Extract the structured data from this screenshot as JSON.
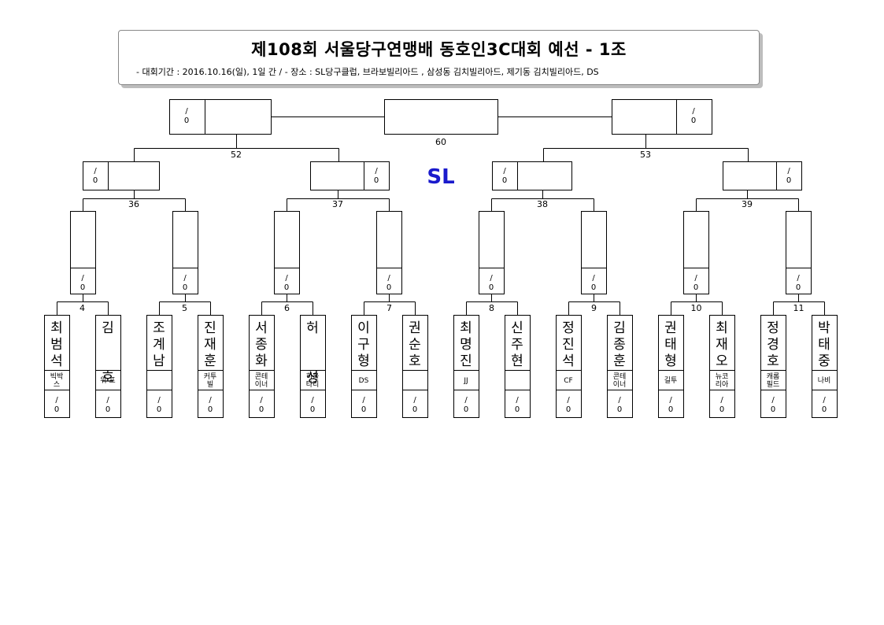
{
  "header": {
    "title": "제108회 서울당구연맹배 동호인3C대회 예선 - 1조",
    "subtitle": "- 대회기간 : 2016.10.16(일), 1일 간 / - 장소 : SL당구클럽, 브라보빌리아드 , 삼성동 김치빌리아드, 제기동 김치빌리아드, DS"
  },
  "center_mark": "SL",
  "colors": {
    "line": "#000000",
    "accent": "#1a1acc"
  },
  "score_placeholder": {
    "slash": "/",
    "zero": "0"
  },
  "players": [
    {
      "name": "최범석",
      "club": [
        "빅박",
        "스"
      ]
    },
    {
      "name": "김  호",
      "club": [
        "위·프"
      ]
    },
    {
      "name": "조계남",
      "club": []
    },
    {
      "name": "진재훈",
      "club": [
        "커투",
        "빌"
      ]
    },
    {
      "name": "서종화",
      "club": [
        "콘테",
        "이너"
      ]
    },
    {
      "name": "허  성",
      "club": [
        "히울",
        "타리"
      ]
    },
    {
      "name": "이구형",
      "club": [
        "DS"
      ]
    },
    {
      "name": "권순호",
      "club": []
    },
    {
      "name": "최명진",
      "club": [
        "JJ"
      ]
    },
    {
      "name": "신주현",
      "club": []
    },
    {
      "name": "정진석",
      "club": [
        "CF"
      ]
    },
    {
      "name": "김종훈",
      "club": [
        "콘테",
        "이너"
      ]
    },
    {
      "name": "권태형",
      "club": [
        "길투"
      ]
    },
    {
      "name": "최재오",
      "club": [
        "뉴코",
        "리아"
      ]
    },
    {
      "name": "정경호",
      "club": [
        "캐롬",
        "필드"
      ]
    },
    {
      "name": "박태중",
      "club": [
        "나비"
      ]
    }
  ],
  "match_numbers": {
    "round1": [
      "4",
      "5",
      "6",
      "7",
      "8",
      "9",
      "10",
      "11"
    ],
    "round2": [
      "36",
      "37",
      "38",
      "39"
    ],
    "semis": [
      "52",
      "53"
    ],
    "final": "60"
  }
}
